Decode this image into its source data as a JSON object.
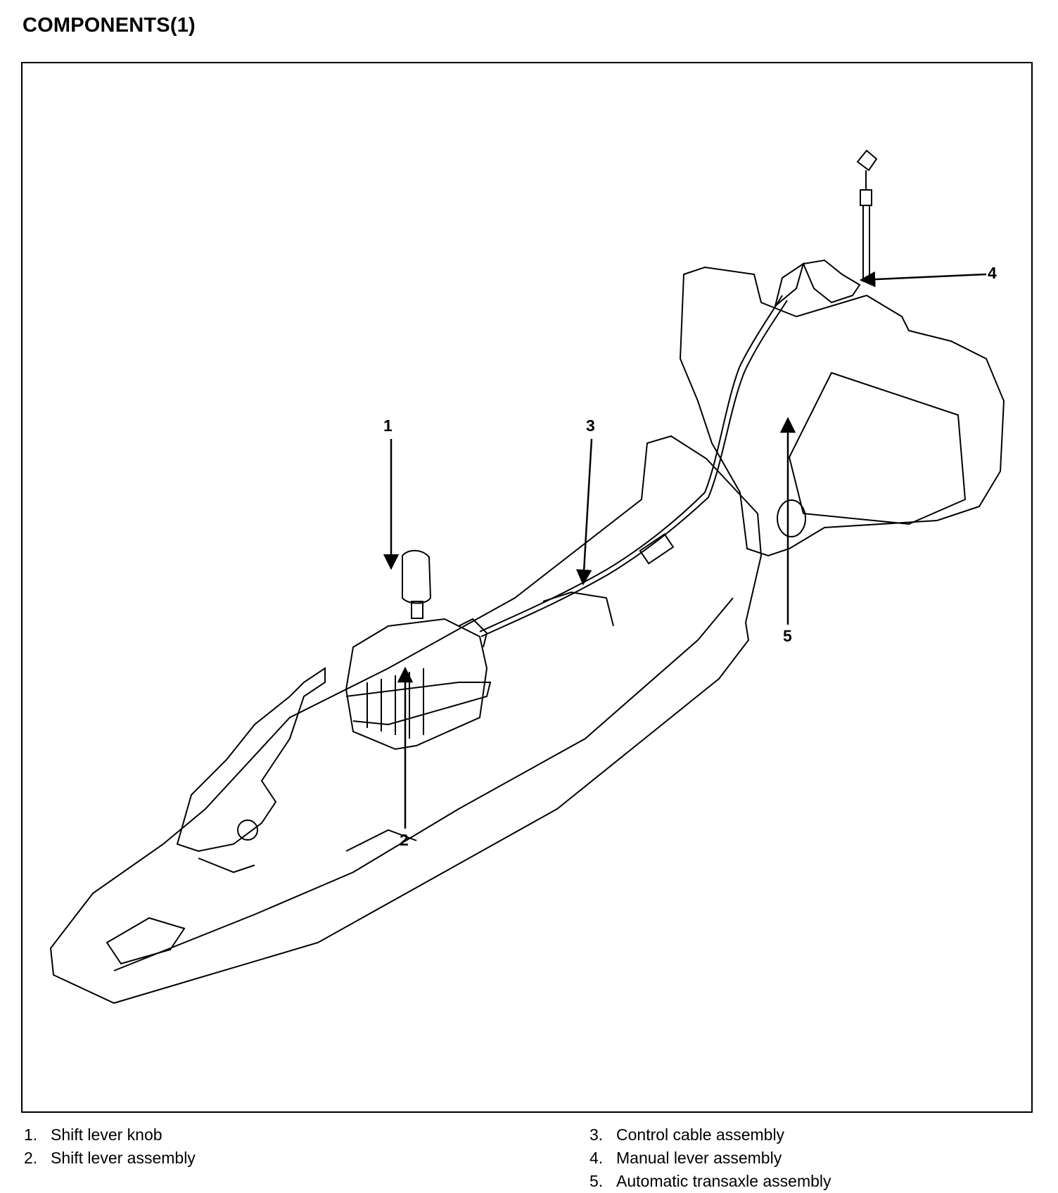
{
  "title": "COMPONENTS(1)",
  "callouts": [
    "1",
    "2",
    "3",
    "4",
    "5"
  ],
  "legend": {
    "left": [
      {
        "num": "1.",
        "label": "Shift lever knob"
      },
      {
        "num": "2.",
        "label": "Shift lever assembly"
      }
    ],
    "right": [
      {
        "num": "3.",
        "label": "Control cable assembly"
      },
      {
        "num": "4.",
        "label": "Manual lever assembly"
      },
      {
        "num": "5.",
        "label": "Automatic transaxle assembly"
      }
    ]
  }
}
